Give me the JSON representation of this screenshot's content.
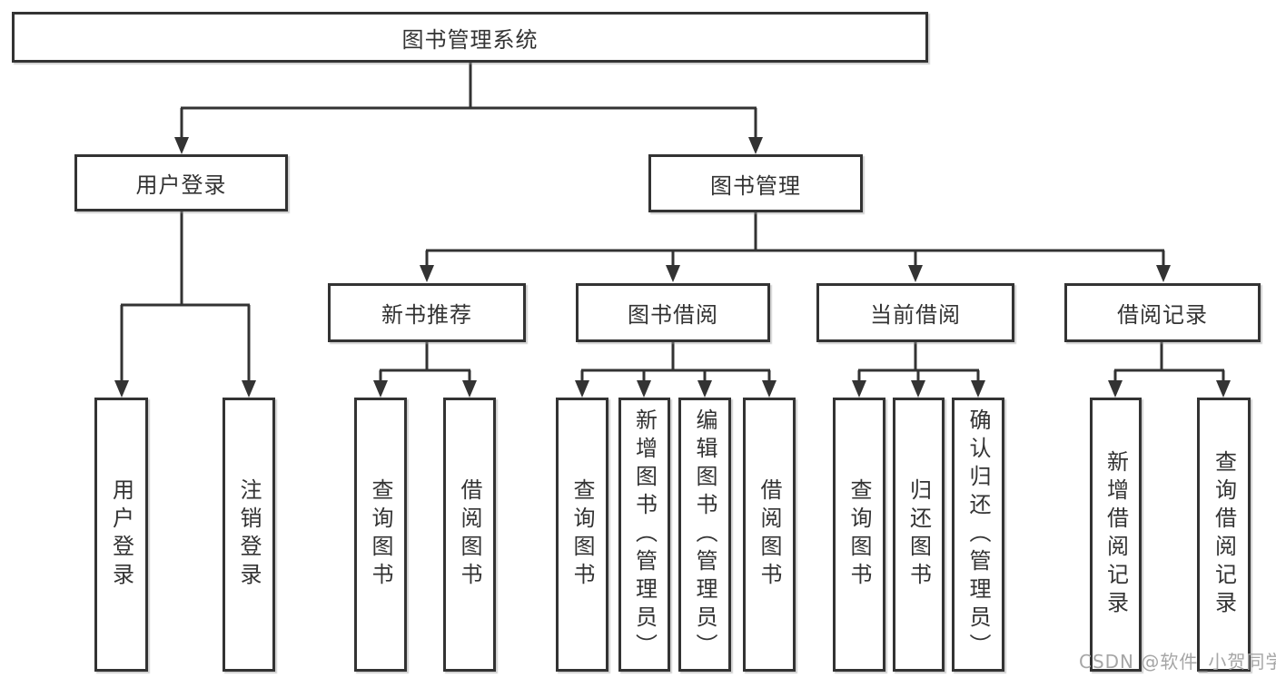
{
  "diagram": {
    "root": "图书管理系统",
    "user_login": {
      "label": "用户登录",
      "children": [
        "用户登录",
        "注销登录"
      ]
    },
    "book_management": {
      "label": "图书管理",
      "sections": {
        "new_book_recommend": {
          "label": "新书推荐",
          "children": [
            "查询图书",
            "借阅图书"
          ]
        },
        "book_borrowing": {
          "label": "图书借阅",
          "children": [
            "查询图书",
            "新增图书（管理员）",
            "编辑图书（管理员）",
            "借阅图书"
          ]
        },
        "current_borrowing": {
          "label": "当前借阅",
          "children": [
            "查询图书",
            "归还图书",
            "确认归还（管理员）"
          ]
        },
        "borrowing_records": {
          "label": "借阅记录",
          "children": [
            "新增借阅记录",
            "查询借阅记录"
          ]
        }
      }
    }
  },
  "watermark": "CSDN @软件_小贺同学",
  "colors": {
    "line": "#333333",
    "text": "#333333",
    "watermark": "#a6a6a6",
    "background": "#ffffff"
  }
}
